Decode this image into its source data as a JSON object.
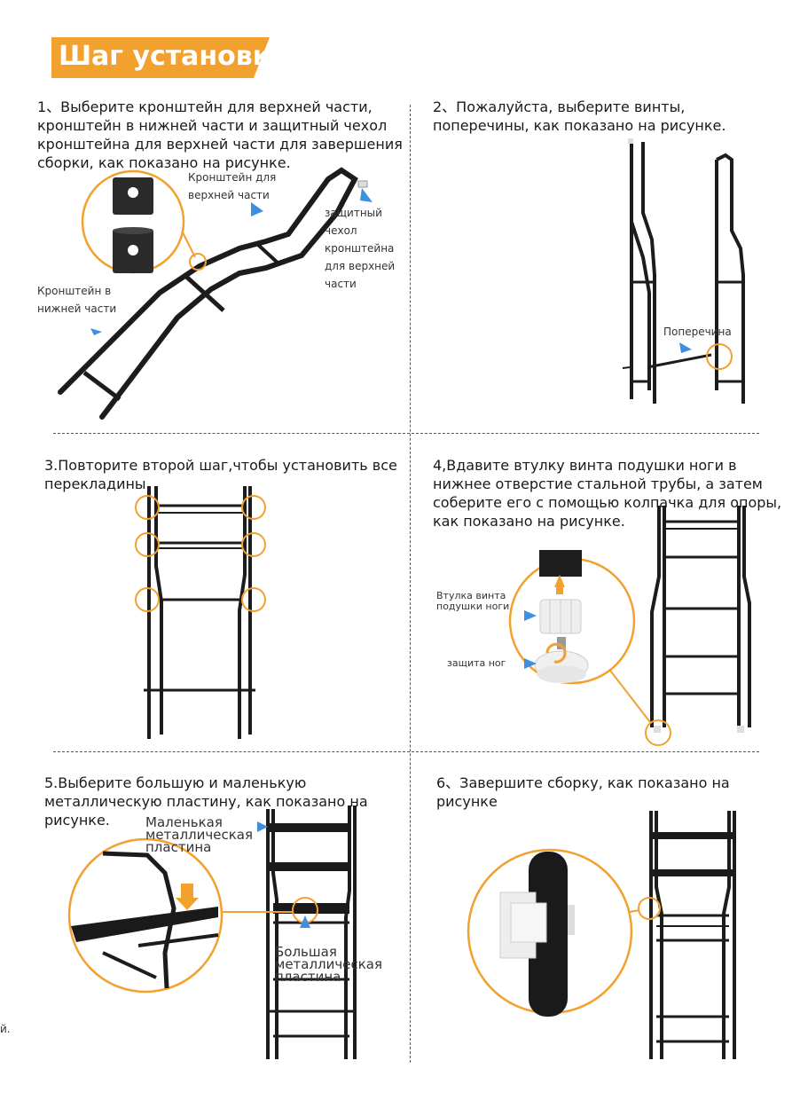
{
  "title": "Шаг установки",
  "colors": {
    "accent": "#f2a12e",
    "arrow_blue": "#3f8fe0",
    "metal": "#1c1c1c"
  },
  "steps": [
    {
      "text": "1、Выберите кронштейн для верхней части, кронштейн в нижней части и защитный чехол кронштейна для верхней части для завершения сборки, как показано на рисунке.",
      "labels": {
        "upper_bracket": "Кронштейн для верхней части",
        "cap": "защитный чехол кронштейна для верхней части",
        "lower_bracket": "Кронштейн в нижней части"
      }
    },
    {
      "text": "2、Пожалуйста, выберите винты, поперечины, как показано на рисунке.",
      "labels": {
        "crossbar": "Поперечина"
      }
    },
    {
      "text": "3.Повторите второй шаг,чтобы установить все перекладины."
    },
    {
      "text": "4,Вдавите втулку винта подушки ноги в нижнее отверстие стальной трубы, а затем соберите его с помощью колпачка для опоры, как показано на рисунке.",
      "labels": {
        "bushing": "Втулка винта подушки ноги",
        "foot": "защита ног"
      }
    },
    {
      "text": "5.Выберите большую и маленькую металлическую пластину, как показано на рисунке.",
      "labels": {
        "small_plate": "Маленькая металлическая пластина",
        "large_plate": "Большая металлическая пластина"
      }
    },
    {
      "text": "6、Завершите сборку, как показано на рисунке"
    }
  ],
  "edge_fragment": "й."
}
